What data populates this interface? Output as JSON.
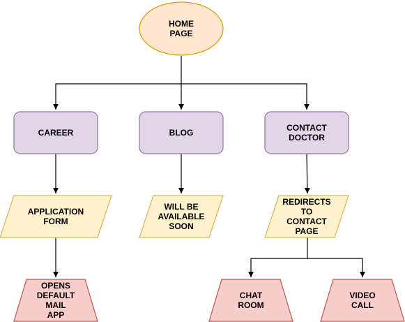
{
  "colors": {
    "ellipse_fill": "#ffe6cc",
    "ellipse_stroke": "#d79b00",
    "process_fill": "#e1d5e7",
    "process_stroke": "#9673a6",
    "data_fill": "#fff2cc",
    "data_stroke": "#d6b656",
    "manual_fill": "#f8cecc",
    "manual_stroke": "#b85450",
    "connector": "#000000"
  },
  "nodes": {
    "home_page": "HOME\nPAGE",
    "career": "CAREER",
    "blog": "BLOG",
    "contact_doctor": "CONTACT\nDOCTOR",
    "application_form": "APPLICATION\nFORM",
    "will_be_available_soon": "WILL BE\nAVAILABLE\nSOON",
    "redirects_to_contact_page": "REDIRECTS\nTO\nCONTACT\nPAGE",
    "opens_default_mail_app": "OPENS\nDEFAULT\nMAIL\nAPP",
    "chat_room": "CHAT\nROOM",
    "video_call": "VIDEO\nCALL"
  }
}
